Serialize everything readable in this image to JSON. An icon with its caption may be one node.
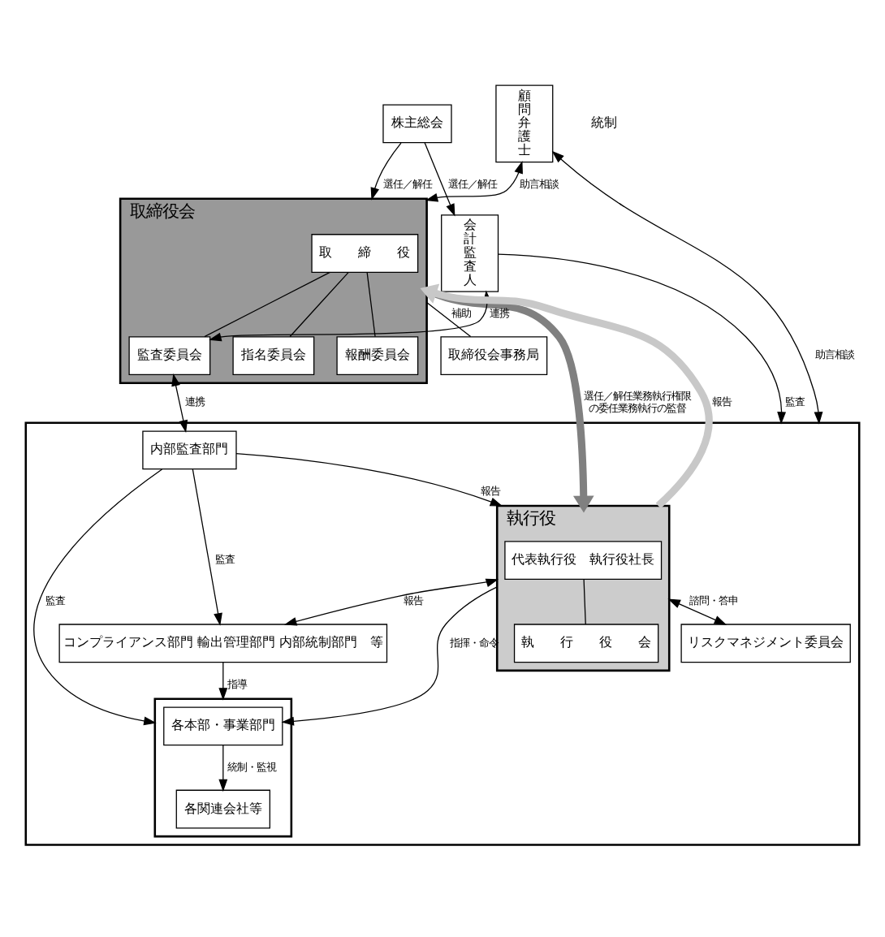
{
  "diagram": {
    "nodes": [
      {
        "text": [
          "株主総会"
        ]
      },
      {
        "text": [
          "取締役会"
        ]
      },
      {
        "text": [
          "取　　締　　役"
        ],
        "in": 1
      },
      {
        "text": [
          "監査委員会"
        ],
        "in": 1
      },
      {
        "text": [
          "指名委員会"
        ],
        "in": 1
      },
      {
        "text": [
          "報酬委員会"
        ],
        "in": 1
      },
      {
        "text": [
          "取締役会事務局"
        ]
      },
      {
        "text": [
          "会計監査人"
        ]
      },
      {
        "text": [
          "顧問弁護士"
        ]
      },
      {
        "text": [],
        "shape": "box"
      },
      {
        "text": [
          "執行役"
        ],
        "in": 9
      },
      {
        "text": [
          "代表執行役　執行役社長"
        ],
        "in": 10
      },
      {
        "text": [
          "執　　行　　役　　会"
        ],
        "in": 10
      },
      {
        "text": [
          "リスクマネジメント委員会"
        ],
        "in": 9
      },
      {
        "text": [],
        "shape": "box",
        "in": 9
      },
      {
        "text": [
          "コンプライアンス部門 輸出管理部門 内部統制部門　等"
        ],
        "in": 9
      },
      {
        "text": [
          "各本部・事業部門"
        ],
        "in": 14
      },
      {
        "text": [
          "各関連会社等"
        ],
        "in": 14
      },
      {
        "text": [
          "内部監査部門"
        ],
        "in": 9
      }
    ],
    "edges": [
      {
        "from": 0,
        "to": 1,
        "arrow": "to",
        "label": "選任／解任"
      },
      {
        "from": 0,
        "to": 7,
        "arrow": "to",
        "label": "選任／解任"
      },
      {
        "from": 2,
        "to": 3,
        "arrow": "none"
      },
      {
        "from": 2,
        "to": 4,
        "arrow": "none"
      },
      {
        "from": 2,
        "to": 5,
        "arrow": "none"
      },
      {
        "from": 3,
        "to": 18,
        "arrow": "both",
        "label": "連携"
      },
      {
        "from": 1,
        "to": 8,
        "arrow": "both",
        "label": "助言相談"
      },
      {
        "from": 1,
        "to": 6,
        "arrow": "none",
        "label": "補助"
      },
      {
        "from": 1,
        "to": 10,
        "arrow": "to",
        "label": "選任／解任業務執行権限の委任業務執行の監督",
        "style": "thick",
        "color": "#808080"
      },
      {
        "from": 10,
        "to": 1,
        "arrow": "to",
        "label": "報告",
        "style": "thick",
        "color": "#c8c8c8"
      },
      {
        "from": 11,
        "to": 12,
        "arrow": "none"
      },
      {
        "from": 7,
        "to": 3,
        "arrow": "both",
        "label": "連携"
      },
      {
        "from": 10,
        "to": 15,
        "arrow": "both",
        "label": "報告"
      },
      {
        "from": 18,
        "to": 10,
        "arrow": "to",
        "label": "報告"
      },
      {
        "from": 10,
        "to": 13,
        "arrow": "both",
        "label": "諮問・答申"
      },
      {
        "from": 10,
        "to": 16,
        "arrow": "to",
        "label": "指揮・命令"
      },
      {
        "from": 15,
        "to": 14,
        "arrow": "to",
        "label": "指導"
      },
      {
        "from": 7,
        "to": 9,
        "arrow": "to",
        "label": "監査"
      },
      {
        "from": 18,
        "to": 14,
        "arrow": "to",
        "label": "監査"
      },
      {
        "from": 16,
        "to": 17,
        "arrow": "to",
        "label": "統制・監視"
      },
      {
        "from": 18,
        "to": 15,
        "arrow": "to",
        "label": "監査"
      },
      {
        "from": 8,
        "to": 9,
        "arrow": "both",
        "label": "助言相談"
      }
    ],
    "labels": [
      "統制"
    ]
  }
}
